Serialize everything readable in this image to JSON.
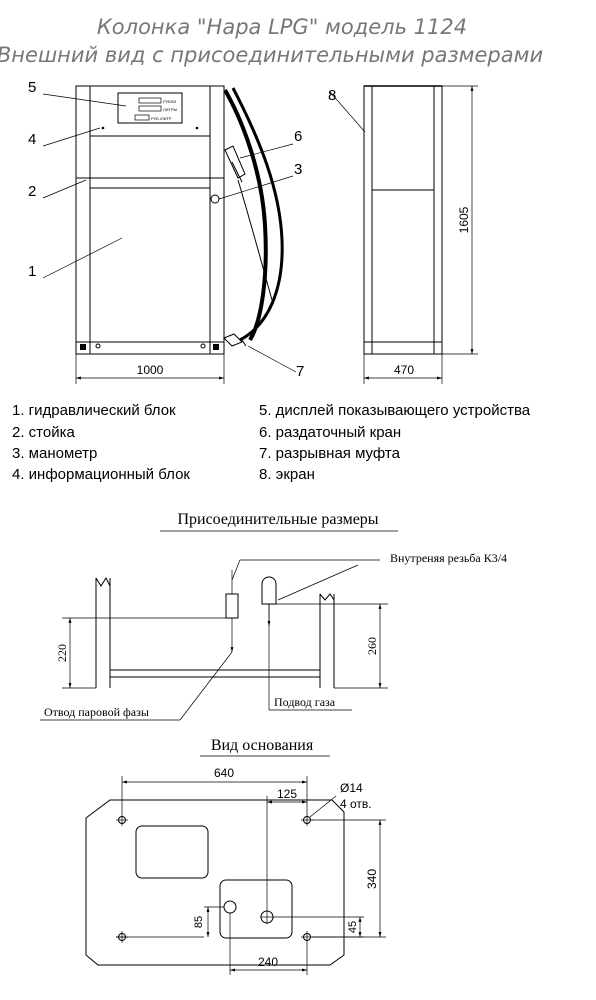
{
  "title": {
    "line1": "Колонка \"Нара LPG\" модель 1124",
    "line2": "Внешний вид с присоединительными размерами"
  },
  "elevation": {
    "callouts": [
      "5",
      "4",
      "2",
      "1",
      "6",
      "3",
      "7",
      "8"
    ],
    "display_labels": [
      "РУБЛИ",
      "ЛИТРЫ",
      "РУБ./ЛИТР"
    ],
    "dim_width": "1000",
    "dim_depth": "470",
    "dim_height": "1605"
  },
  "legend": {
    "left": [
      "1. гидравлический блок",
      "2. стойка",
      "3. манометр",
      "4. информационный блок"
    ],
    "right": [
      "5. дисплей показывающего  устройства",
      "6. раздаточный кран",
      "7. разрывная муфта",
      "8. экран"
    ]
  },
  "connections": {
    "title": "Присоединительные размеры",
    "thread_label": "Внутреняя резьба К3/4",
    "dim_left": "220",
    "dim_right": "260",
    "gas_inlet": "Подвод газа",
    "vapor_outlet": "Отвод паровой фазы"
  },
  "base": {
    "title": "Вид основания",
    "dim_640": "640",
    "dim_125": "125",
    "hole_dia": "Ø14",
    "holes": "4 отв.",
    "dim_340": "340",
    "dim_85": "85",
    "dim_45": "45",
    "dim_240": "240"
  }
}
